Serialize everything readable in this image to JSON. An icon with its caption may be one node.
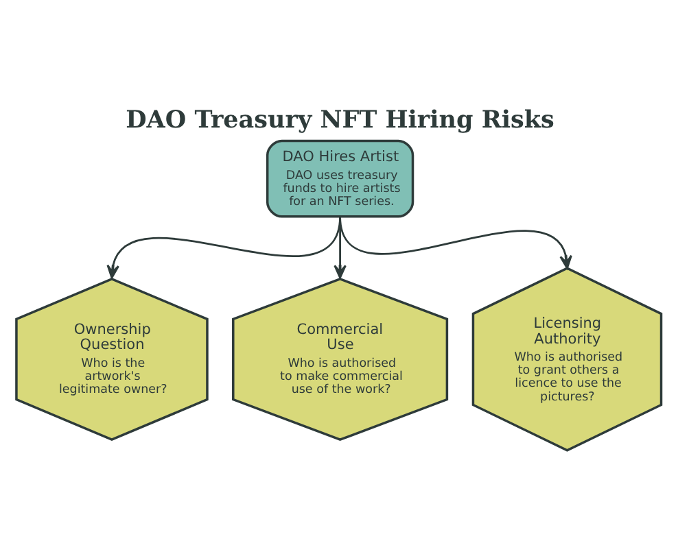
{
  "diagram": {
    "title": "DAO Treasury NFT Hiring Risks",
    "nodes": [
      {
        "text": [
          "DAO Hires Artist",
          "DAO uses treasury funds to hire artists for an NFT series."
        ]
      },
      {
        "text": [
          "Ownership Question",
          "Who is the artwork's legitimate owner?"
        ]
      },
      {
        "text": [
          "Commercial Use",
          "Who is authorised to make commercial use of the work?"
        ]
      },
      {
        "text": [
          "Licensing Authority",
          "Who is authorised to grant others a licence to use the pictures?"
        ]
      }
    ],
    "edges": [
      {
        "from": 0,
        "to": 1,
        "arrow": "to"
      },
      {
        "from": 0,
        "to": 2,
        "arrow": "to"
      },
      {
        "from": 0,
        "to": 3,
        "arrow": "to"
      }
    ]
  }
}
